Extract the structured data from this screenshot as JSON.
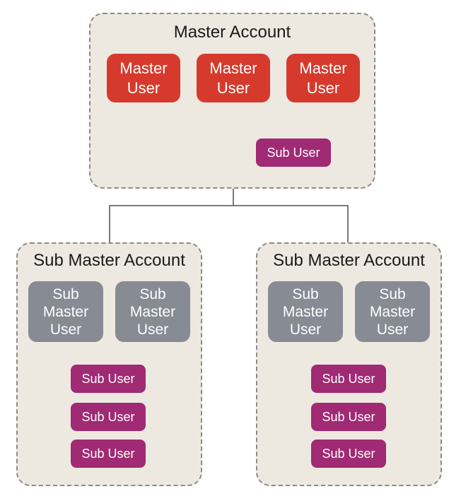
{
  "colors": {
    "account_bg": "#ede9e0",
    "account_border": "#8a8a8a",
    "master_user": "#d63a2c",
    "sub_master_user": "#868b94",
    "sub_user": "#a02a73",
    "connector": "#7a7a7a"
  },
  "master_account": {
    "title": "Master Account",
    "users": [
      "Master\nUser",
      "Master\nUser",
      "Master\nUser"
    ],
    "sub_user": "Sub User"
  },
  "sub_master_accounts": [
    {
      "title": "Sub Master Account",
      "users": [
        "Sub\nMaster\nUser",
        "Sub\nMaster\nUser"
      ],
      "sub_users": [
        "Sub User",
        "Sub User",
        "Sub User"
      ]
    },
    {
      "title": "Sub Master Account",
      "users": [
        "Sub\nMaster\nUser",
        "Sub\nMaster\nUser"
      ],
      "sub_users": [
        "Sub User",
        "Sub User",
        "Sub User"
      ]
    }
  ]
}
